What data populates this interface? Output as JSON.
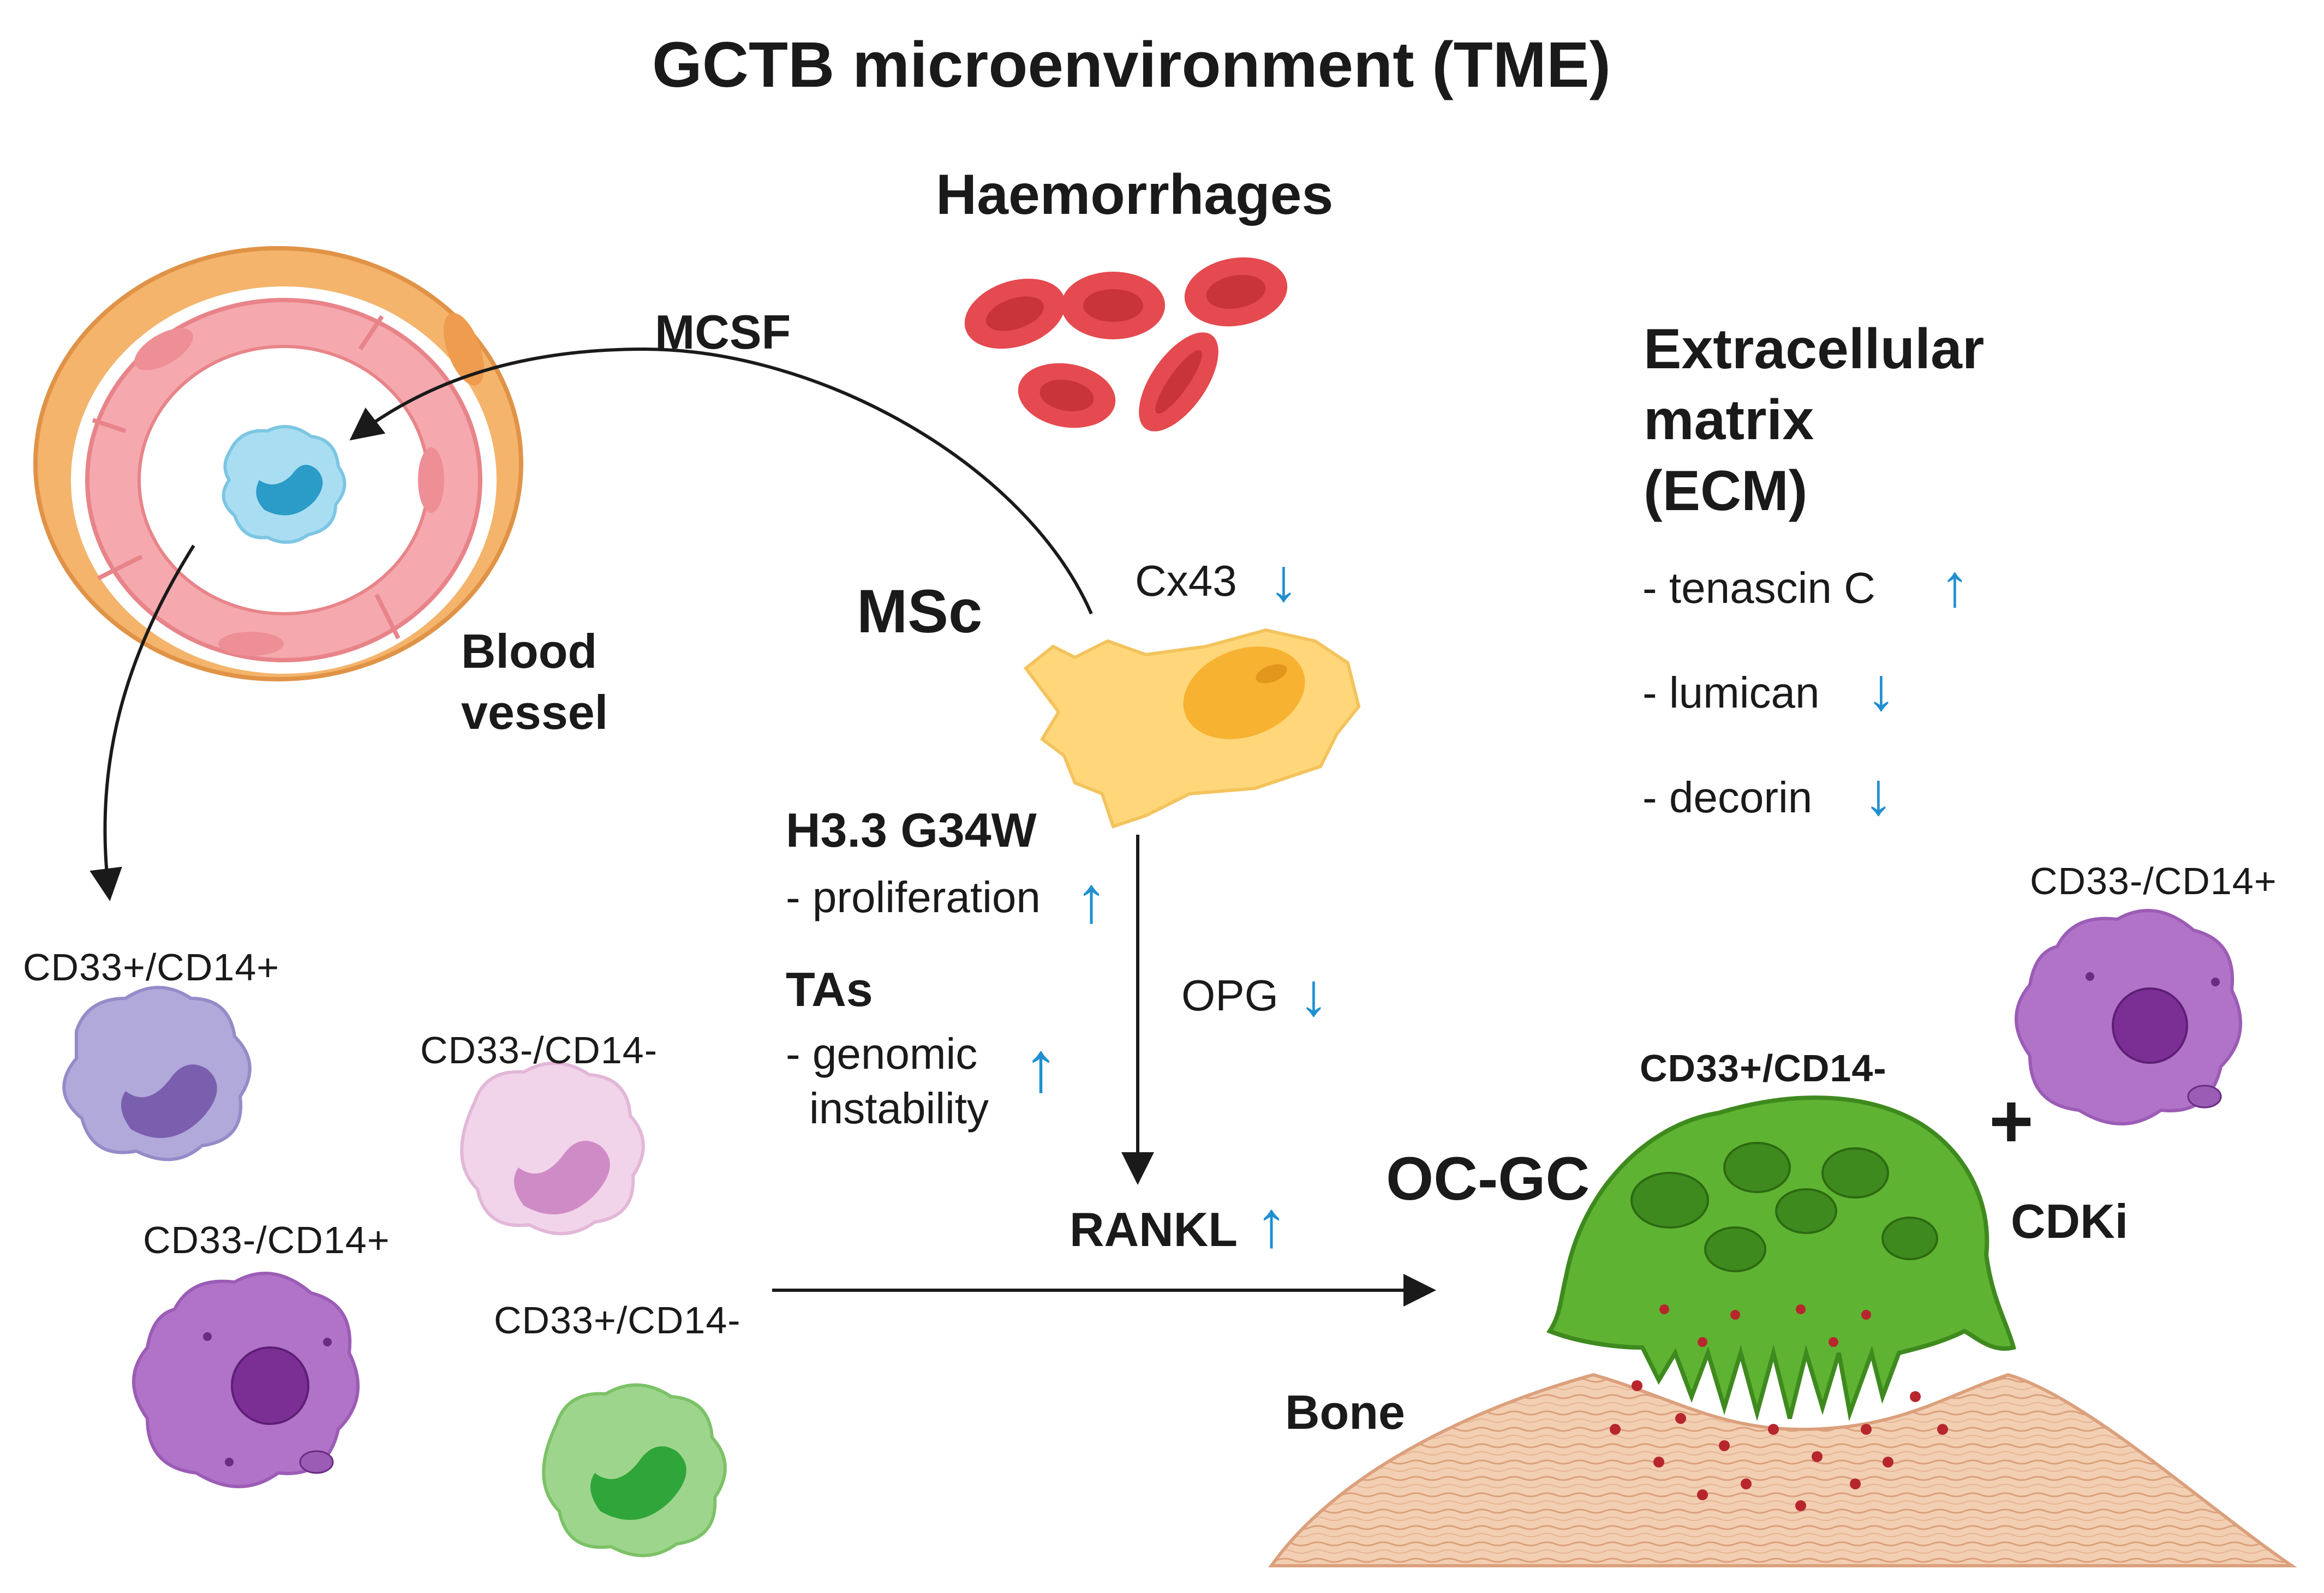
{
  "title": "GCTB microenvironment (TME)",
  "haemorrhages": "Haemorrhages",
  "blood_vessel": {
    "line1": "Blood",
    "line2": "vessel"
  },
  "mcsf": "MCSF",
  "msc": {
    "label": "MSc",
    "cx43": "Cx43",
    "cx43_trend": "down"
  },
  "ecm": {
    "line1": "Extracellular",
    "line2": "matrix",
    "line3": "(ECM)",
    "items": [
      {
        "label": "- tenascin C",
        "trend": "up"
      },
      {
        "label": "- lumican",
        "trend": "down"
      },
      {
        "label": "- decorin",
        "trend": "down"
      }
    ]
  },
  "h33": {
    "label": "H3.3 G34W",
    "item": "- proliferation",
    "trend": "up"
  },
  "tas": {
    "label": "TAs",
    "item_line1": "- genomic",
    "item_line2": "instability",
    "trend": "up"
  },
  "opg": {
    "label": "OPG",
    "trend": "down"
  },
  "rankl": {
    "label": "RANKL",
    "trend": "up"
  },
  "ocgc": "OC-GC",
  "bone": "Bone",
  "cdki": "CDKi",
  "plus": "+",
  "cells": {
    "cd33p_cd14p": "CD33+/CD14+",
    "cd33m_cd14m": "CD33-/CD14-",
    "cd33m_cd14p_left": "CD33-/CD14+",
    "cd33p_cd14m_left": "CD33+/CD14-",
    "cd33p_cd14m_ocgc": "CD33+/CD14-",
    "cd33m_cd14p_right": "CD33-/CD14+"
  },
  "colors": {
    "arrow_blue": "#1f8fd1",
    "vessel_outer": "#f4b46c",
    "vessel_wall": "#f3a3a8",
    "rbc": "#e44a4f",
    "msc": "#ffd77a",
    "ocgc": "#5fb332",
    "monocyte_purple": "#b07ec9",
    "bone": "#eec7a8"
  }
}
